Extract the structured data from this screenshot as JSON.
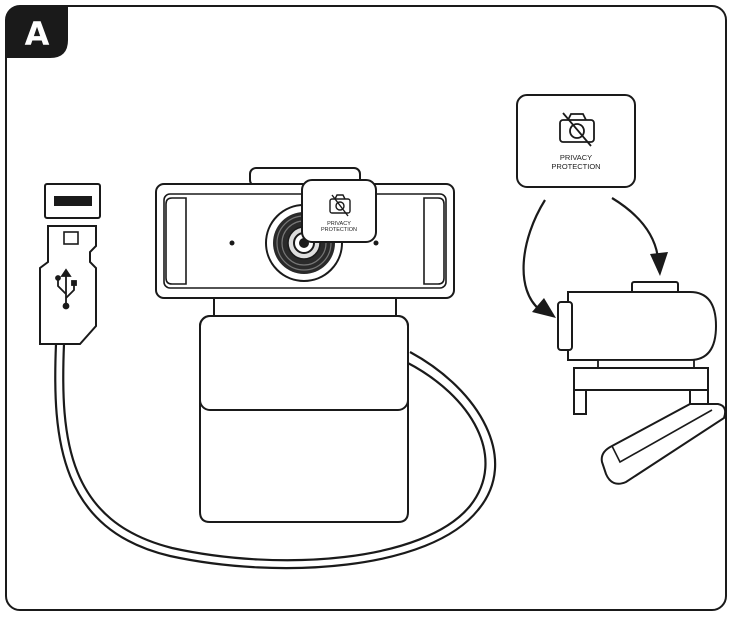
{
  "panel": {
    "letter": "A",
    "colors": {
      "ink": "#1a1a1a",
      "paper": "#ffffff",
      "badge": "#1a1a1a"
    }
  },
  "privacy_card": {
    "icon": "camera-slash-icon",
    "label_line1": "PRIVACY",
    "label_line2": "PROTECTION"
  },
  "webcam_tag": {
    "icon": "camera-slash-icon",
    "label_line1": "PRIVACY",
    "label_line2": "PROTECTION"
  },
  "usb": {
    "icon": "usb-icon"
  }
}
